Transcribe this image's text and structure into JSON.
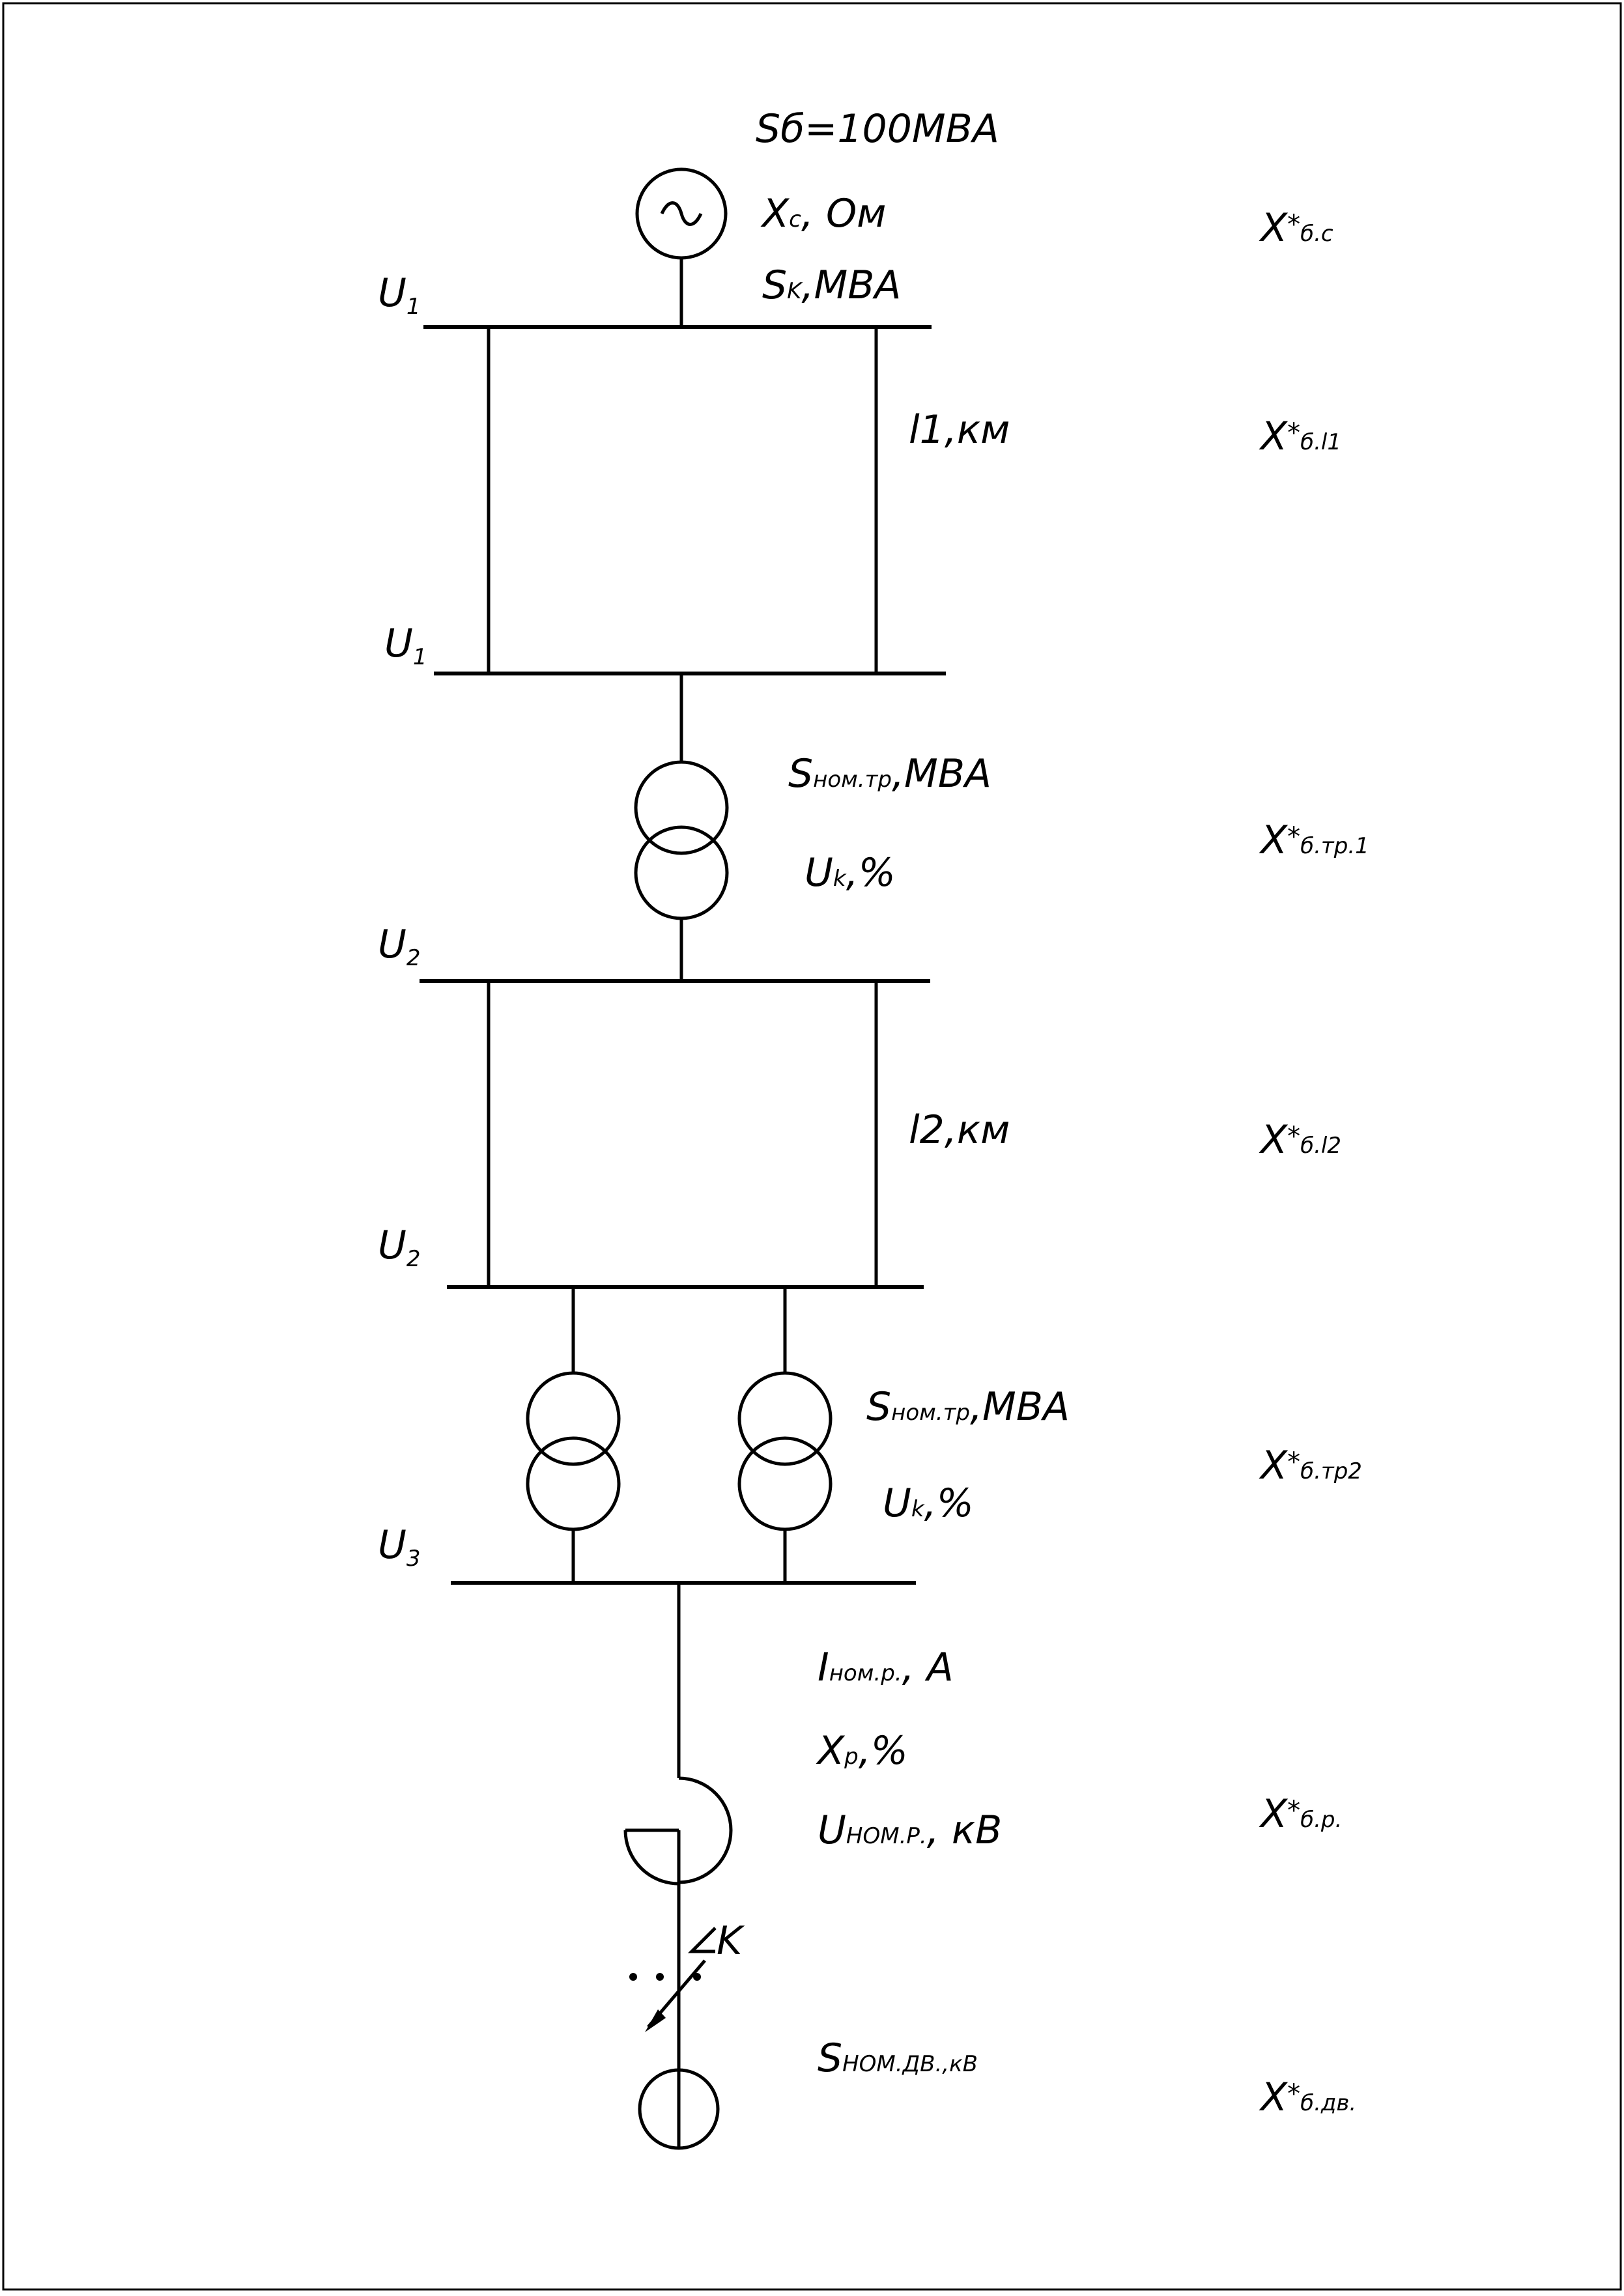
{
  "source": {
    "s_base": "Sб=100MBA",
    "x": {
      "main": "X",
      "sub": "c",
      "rest": ", Ом"
    },
    "s_k": {
      "main": "S",
      "sub": "K",
      "rest": ",MBA"
    }
  },
  "bus_labels": {
    "u1_top": {
      "main": "U",
      "sub": "1"
    },
    "u1_bottom": {
      "main": "U",
      "sub": "1"
    },
    "u2_top": {
      "main": "U",
      "sub": "2"
    },
    "u2_bottom": {
      "main": "U",
      "sub": "2"
    },
    "u3": {
      "main": "U",
      "sub": "3"
    }
  },
  "line1": {
    "length": "l1,км"
  },
  "transformer1": {
    "s_nom": {
      "main": "S",
      "sub": "ном.тр",
      "rest": ",MBA"
    },
    "u_k": {
      "main": "U",
      "sub": "k",
      "rest": ",%"
    }
  },
  "line2": {
    "length": "l2,км"
  },
  "transformer2": {
    "s_nom": {
      "main": "S",
      "sub": "ном.тр",
      "rest": ",MBA"
    },
    "u_k": {
      "main": "U",
      "sub": "k",
      "rest": ",%"
    }
  },
  "reactor": {
    "i_nom": {
      "main": "I",
      "sub": "ном.р.",
      "rest": ",  A"
    },
    "x": {
      "main": "X",
      "sub": "р",
      "rest": ",%"
    },
    "u_nom": {
      "main": "U",
      "sub": "НОМ.Р.",
      "rest": ",  кВ"
    }
  },
  "fault_point": "K",
  "motor": {
    "s_nom": {
      "main": "S",
      "sub": "НОМ.ДВ.,кВ"
    }
  },
  "results": {
    "source": {
      "main": "X",
      "sup": "*",
      "sub": "б.с"
    },
    "line1": {
      "main": "X",
      "sup": "*",
      "sub": "б.l1"
    },
    "transformer1": {
      "main": "X",
      "sup": "*",
      "sub": "б.тр.1"
    },
    "line2": {
      "main": "X",
      "sup": "*",
      "sub": "б.l2"
    },
    "transformer2": {
      "main": "X",
      "sup": "*",
      "sub": "б.тр2"
    },
    "reactor": {
      "main": "X",
      "sup": "*",
      "sub": "б.р."
    },
    "motor": {
      "main": "X",
      "sup": "*",
      "sub": "б.дв."
    }
  }
}
